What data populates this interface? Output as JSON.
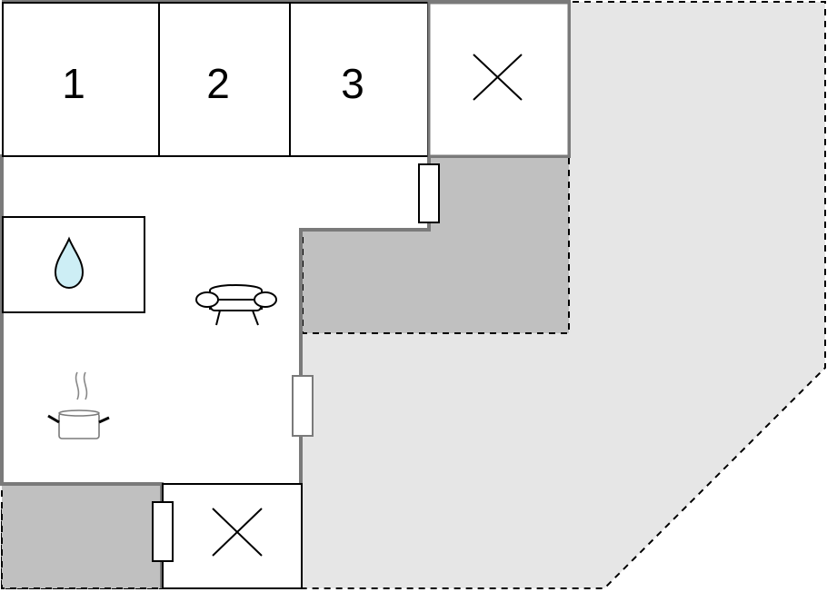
{
  "rooms": [
    {
      "label": "1"
    },
    {
      "label": "2"
    },
    {
      "label": "3"
    }
  ],
  "colors": {
    "outdoor_area": "#e6e6e6",
    "terrace": "#c0c0c0",
    "wall": "#7a7a7a",
    "line": "#000000",
    "water_drop": "#cdeef5"
  },
  "icons": [
    "bathroom-water-drop-icon",
    "sofa-icon",
    "cooking-pot-icon",
    "closed-area-cross-icon",
    "door-icon"
  ]
}
